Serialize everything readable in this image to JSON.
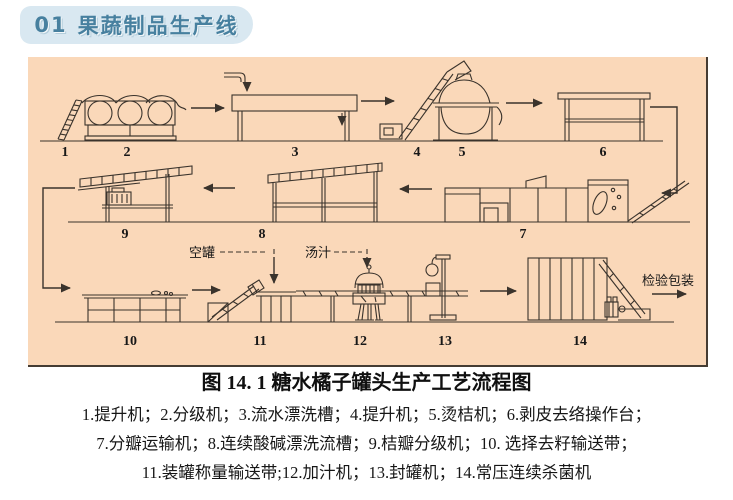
{
  "colors": {
    "page_bg": "#ffffff",
    "badge_bg": "#d9e8f1",
    "badge_text": "#47809f",
    "diagram_bg": "#fad8b9",
    "diagram_frame": "#453c33",
    "line": "#3a332c"
  },
  "header": {
    "badge": {
      "number": "01",
      "title": "果蔬制品生产线"
    }
  },
  "diagram": {
    "machine_numbers": [
      "1",
      "2",
      "3",
      "4",
      "5",
      "6",
      "7",
      "8",
      "9",
      "10",
      "11",
      "12",
      "13",
      "14"
    ],
    "labels": {
      "empty_can": "空罐",
      "juice": "汤汁",
      "inspection": "检验包装"
    }
  },
  "caption": "图 14. 1 糖水橘子罐头生产工艺流程图",
  "legend": {
    "lines": [
      "1.提升机；2.分级机；3.流水漂洗槽；4.提升机；5.烫桔机；6.剥皮去络操作台；",
      "7.分瓣运输机；8.连续酸碱漂洗流槽；9.桔瓣分级机；10. 选择去籽输送带；",
      "11.装罐称量输送带;12.加汁机；13.封罐机；14.常压连续杀菌机"
    ]
  }
}
